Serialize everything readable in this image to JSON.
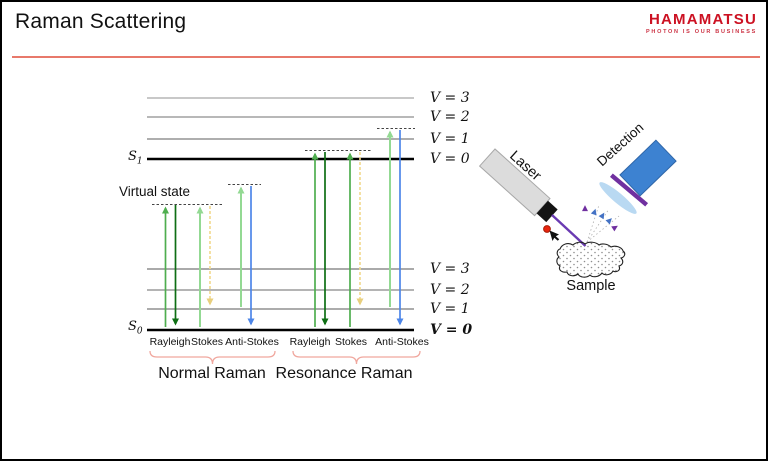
{
  "slide": {
    "title": "Raman Scattering"
  },
  "logo": {
    "name": "HAMAMATSU",
    "tagline": "PHOTON IS OUR BUSINESS"
  },
  "energy_diagram": {
    "s1": "S",
    "s1_sub": "1",
    "s0": "S",
    "s0_sub": "0",
    "virtual_state": "Virtual state",
    "upper_levels": [
      "V = 3",
      "V = 2",
      "V = 1",
      "V = 0"
    ],
    "lower_levels": [
      "V = 3",
      "V = 2",
      "V = 1",
      "V = 0"
    ],
    "normal": {
      "title": "Normal Raman",
      "transitions": [
        "Rayleigh",
        "Stokes",
        "Anti-Stokes"
      ]
    },
    "resonance": {
      "title": "Resonance Raman",
      "transitions": [
        "Rayleigh",
        "Stokes",
        "Anti-Stokes"
      ]
    }
  },
  "setup": {
    "laser": "Laser",
    "detection": "Detection",
    "sample": "Sample"
  },
  "colors": {
    "accent_line": "#e8796b",
    "logo_red": "#cc1122",
    "excitation_green": "#4fae4f",
    "excitation_light_green": "#93d993",
    "rayleigh_emission_green": "#0e6e14",
    "stokes_emission_yellow": "#f2d98c",
    "anti_stokes_emission_blue": "#4d86e8",
    "beam_purple": "#6a3ab2",
    "detector_blue": "#3d82d1",
    "slit_purple": "#7030a0",
    "lens_blue": "#b9d9f2",
    "brace_salmon": "#f0a79e"
  }
}
